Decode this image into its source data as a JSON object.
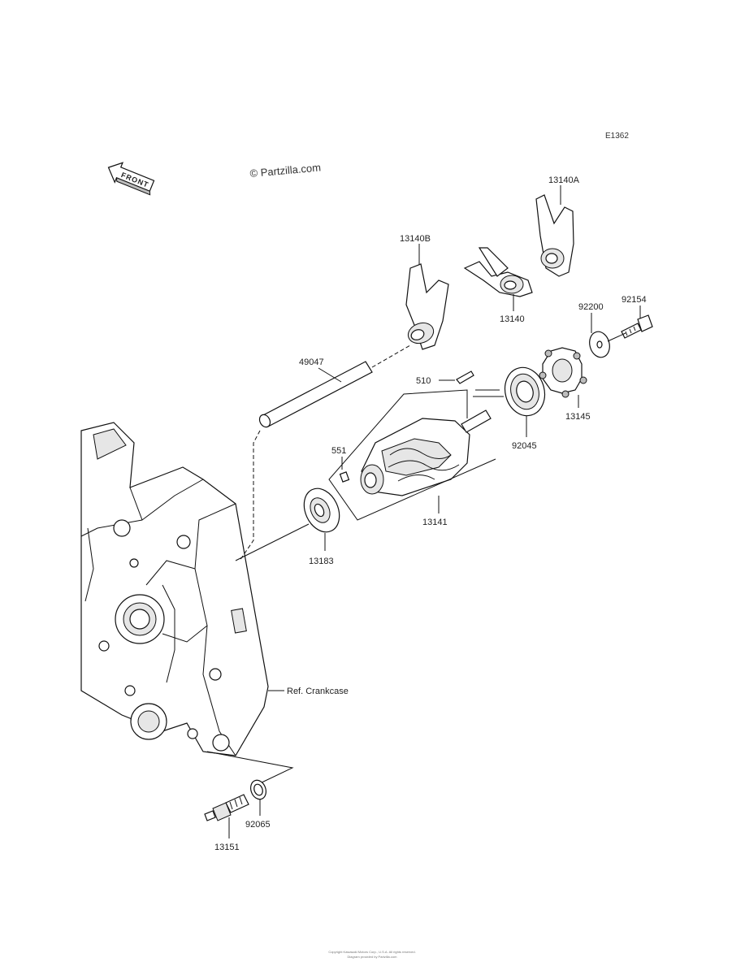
{
  "diagram": {
    "code": "E1362",
    "watermark": "© Partzilla.com",
    "front_arrow_text": "FRONT",
    "reference_label": "Ref. Crankcase",
    "footer_line1": "Copyright Kawasaki Motors Corp., U.S.A. All rights reserved.",
    "footer_line2": "Diagram provided by Partzilla.com"
  },
  "parts": [
    {
      "id": "p-13140a",
      "label": "13140A"
    },
    {
      "id": "p-13140b",
      "label": "13140B"
    },
    {
      "id": "p-13140",
      "label": "13140"
    },
    {
      "id": "p-92200",
      "label": "92200"
    },
    {
      "id": "p-92154",
      "label": "92154"
    },
    {
      "id": "p-49047",
      "label": "49047"
    },
    {
      "id": "p-510",
      "label": "510"
    },
    {
      "id": "p-13145",
      "label": "13145"
    },
    {
      "id": "p-551",
      "label": "551"
    },
    {
      "id": "p-92045",
      "label": "92045"
    },
    {
      "id": "p-13141",
      "label": "13141"
    },
    {
      "id": "p-13183",
      "label": "13183"
    },
    {
      "id": "p-92065",
      "label": "92065"
    },
    {
      "id": "p-13151",
      "label": "13151"
    }
  ]
}
